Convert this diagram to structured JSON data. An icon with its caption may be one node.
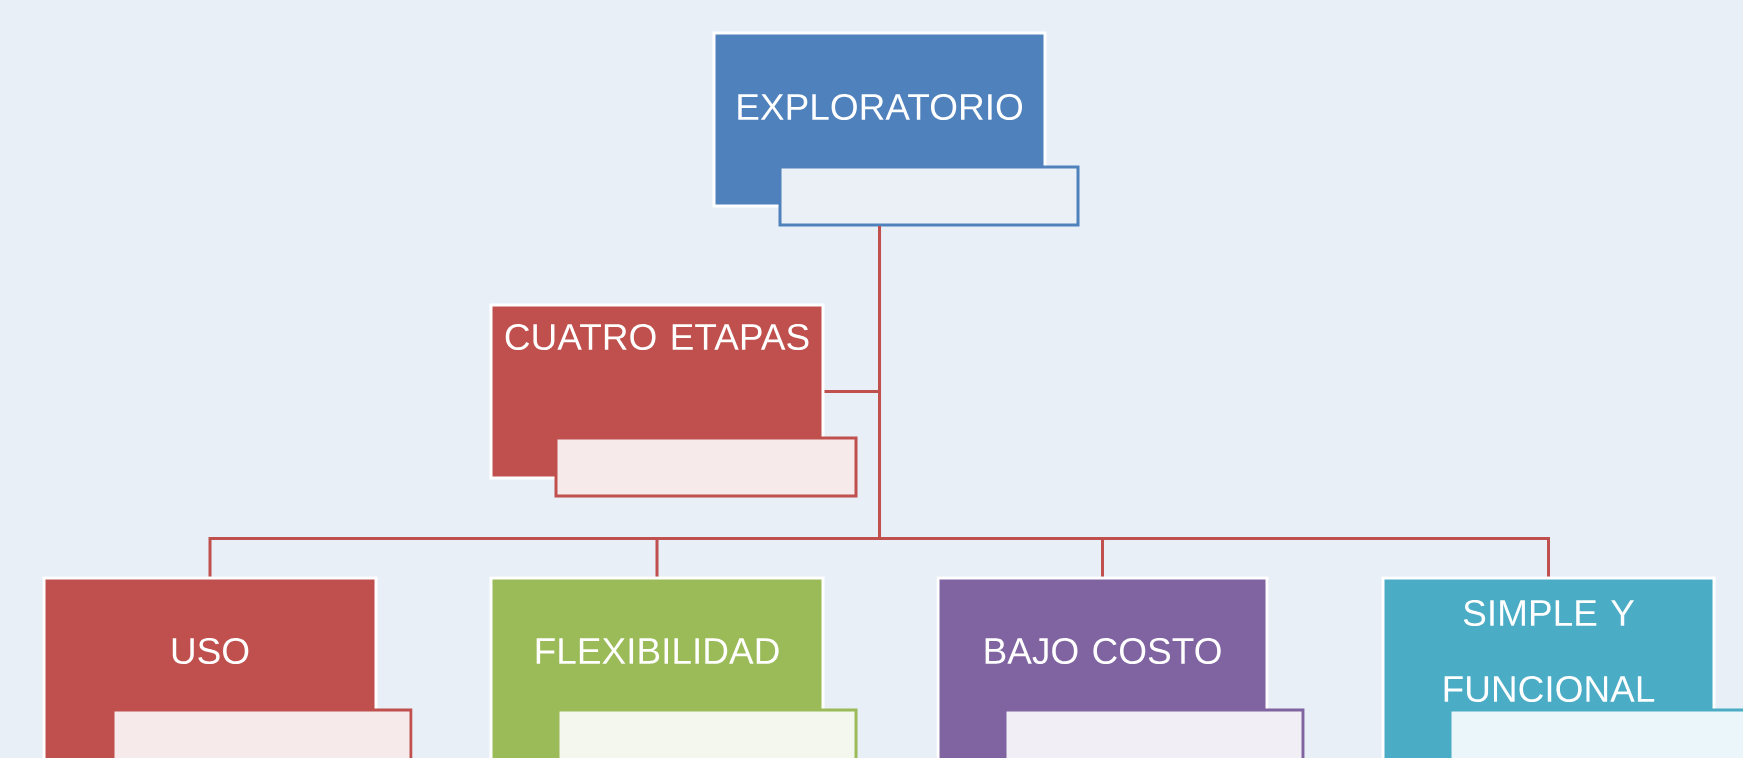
{
  "diagram": {
    "nodes": [
      {
        "text": [
          "EXPLORATORIO"
        ]
      },
      {
        "text": [
          "CUATRO ETAPAS"
        ]
      },
      {
        "text": [
          "USO"
        ]
      },
      {
        "text": [
          "FLEXIBILIDAD"
        ]
      },
      {
        "text": [
          "BAJO COSTO"
        ]
      },
      {
        "text": [
          "SIMPLE Y FUNCIONAL"
        ]
      }
    ],
    "edges": [
      {
        "from": 0,
        "to": 1,
        "arrow": "none"
      },
      {
        "from": 0,
        "to": 2,
        "arrow": "none"
      },
      {
        "from": 0,
        "to": 3,
        "arrow": "none"
      },
      {
        "from": 0,
        "to": 4,
        "arrow": "none"
      },
      {
        "from": 0,
        "to": 5,
        "arrow": "none"
      }
    ]
  }
}
